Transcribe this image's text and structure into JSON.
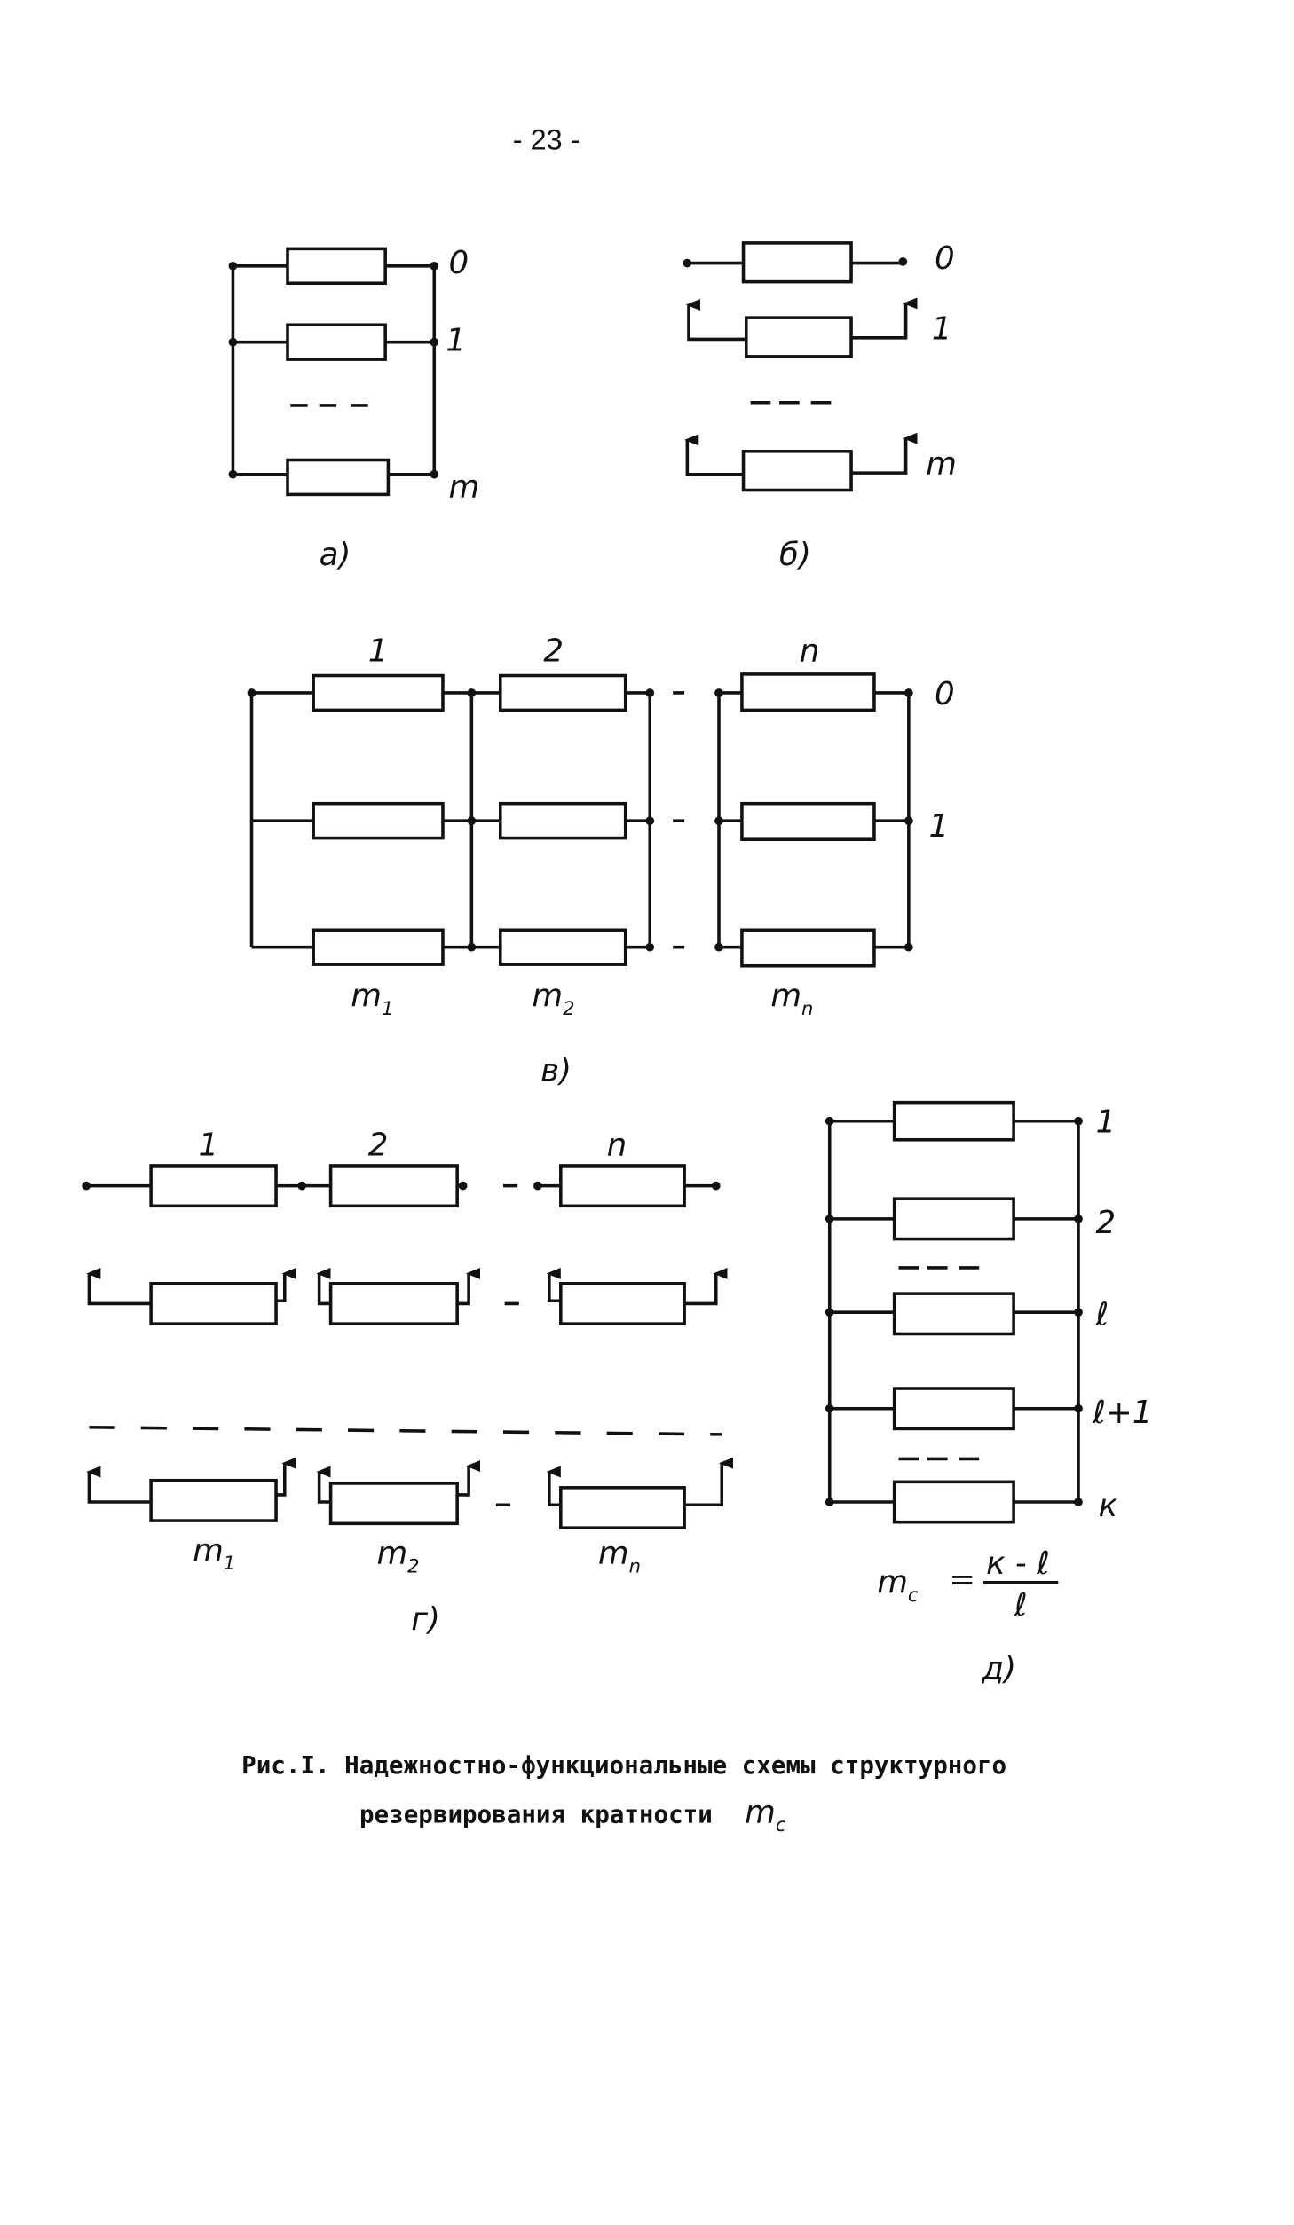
{
  "page_number": "- 23 -",
  "fig_a": {
    "labels": [
      "0",
      "1",
      "m"
    ],
    "caption": "а)"
  },
  "fig_b": {
    "labels": [
      "0",
      "1",
      "m"
    ],
    "caption": "б)"
  },
  "fig_v": {
    "top_labels": [
      "1",
      "2",
      "n"
    ],
    "right_labels": [
      "0",
      "1"
    ],
    "bottom_labels": [
      {
        "m": "m",
        "sub": "1"
      },
      {
        "m": "m",
        "sub": "2"
      },
      {
        "m": "m",
        "sub": "n"
      }
    ],
    "caption": "в)"
  },
  "fig_g": {
    "top_labels": [
      "1",
      "2",
      "n"
    ],
    "bottom_labels": [
      {
        "m": "m",
        "sub": "1"
      },
      {
        "m": "m",
        "sub": "2"
      },
      {
        "m": "m",
        "sub": "n"
      }
    ],
    "caption": "г)"
  },
  "fig_d": {
    "labels": [
      "1",
      "2",
      "ℓ",
      "ℓ+1",
      "к"
    ],
    "formula": {
      "lhs": "m",
      "lhs_sub": "c",
      "eq": "=",
      "num": "к - ℓ",
      "den": "ℓ"
    },
    "caption": "д)"
  },
  "caption": {
    "line1": "Рис.I. Надежностно-функциональные схемы структурного",
    "line2": "резервирования кратности",
    "symbol": "m",
    "symbol_sub": "c"
  }
}
